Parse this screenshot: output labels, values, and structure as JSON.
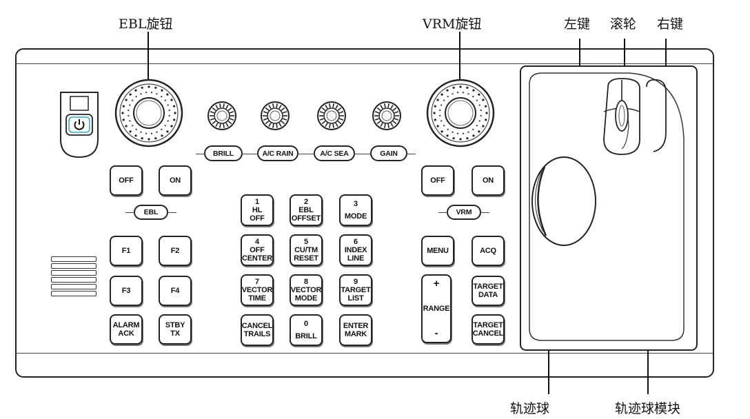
{
  "callouts": {
    "ebl_knob": "EBL旋钮",
    "vrm_knob": "VRM旋钮",
    "left_button": "左键",
    "scroll_wheel": "滚轮",
    "right_button": "右键",
    "trackball": "轨迹球",
    "trackball_module": "轨迹球模块"
  },
  "controls": {
    "brill": "BRILL",
    "ac_rain": "A/C RAIN",
    "ac_sea": "A/C SEA",
    "gain": "GAIN"
  },
  "ebl": {
    "off": "OFF",
    "on": "ON",
    "label": "EBL"
  },
  "vrm": {
    "off": "OFF",
    "on": "ON",
    "label": "VRM"
  },
  "fkeys": {
    "f1": "F1",
    "f2": "F2",
    "f3": "F3",
    "f4": "F4",
    "alarm_1": "ALARM",
    "alarm_2": "ACK",
    "stby_1": "STBY",
    "stby_2": "TX"
  },
  "numpad": {
    "k1": [
      "1",
      "HL",
      "OFF"
    ],
    "k2": [
      "2",
      "EBL",
      "OFFSET"
    ],
    "k3": [
      "3",
      "MODE"
    ],
    "k4": [
      "4",
      "OFF",
      "CENTER"
    ],
    "k5": [
      "5",
      "CU/TM",
      "RESET"
    ],
    "k6": [
      "6",
      "INDEX",
      "LINE"
    ],
    "k7": [
      "7",
      "VECTOR",
      "TIME"
    ],
    "k8": [
      "8",
      "VECTOR",
      "MODE"
    ],
    "k9": [
      "9",
      "TARGET",
      "LIST"
    ],
    "cancel": [
      "CANCEL",
      "TRAILS"
    ],
    "k0": [
      "0",
      "BRILL"
    ],
    "enter": [
      "ENTER",
      "MARK"
    ]
  },
  "right_keys": {
    "menu": "MENU",
    "acq": "ACQ",
    "range_plus": "+",
    "range": "RANGE",
    "range_minus": "-",
    "target_data": [
      "TARGET",
      "DATA"
    ],
    "target_cancel": [
      "TARGET",
      "CANCEL"
    ]
  }
}
